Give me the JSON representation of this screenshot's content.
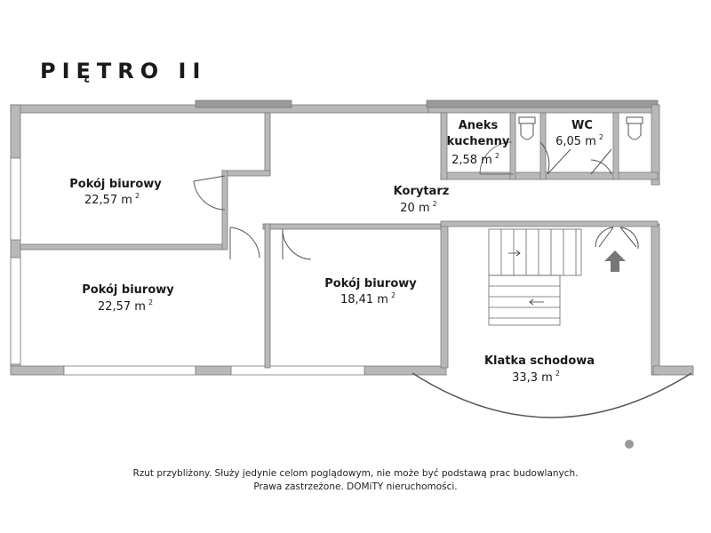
{
  "floor_title": "PIĘTRO  II",
  "rooms": {
    "office_1": {
      "name": "Pokój biurowy",
      "area": "22,57 m",
      "unit_exp": "2"
    },
    "office_2": {
      "name": "Pokój biurowy",
      "area": "22,57 m",
      "unit_exp": "2"
    },
    "office_3": {
      "name": "Pokój biurowy",
      "area": "18,41 m",
      "unit_exp": "2"
    },
    "corridor": {
      "name": "Korytarz",
      "area": "20 m",
      "unit_exp": "2"
    },
    "kitchenette": {
      "name_line1": "Aneks",
      "name_line2": "kuchenny",
      "area": "2,58 m",
      "unit_exp": "2"
    },
    "wc": {
      "name": "WC",
      "area": "6,05 m",
      "unit_exp": "2"
    },
    "staircase": {
      "name": "Klatka schodowa",
      "area": "33,3 m",
      "unit_exp": "2"
    }
  },
  "footer": {
    "line1": "Rzut przybliżony. Służy jedynie celom poglądowym, nie może być podstawą prac budowlanych.",
    "line2": "Prawa zastrzeżone. DOMiTY nieruchomości."
  },
  "colors": {
    "wall": "#b8b8b8",
    "wall_outline": "#7a7a7a",
    "line": "#555555",
    "text": "#1a1a1a"
  }
}
